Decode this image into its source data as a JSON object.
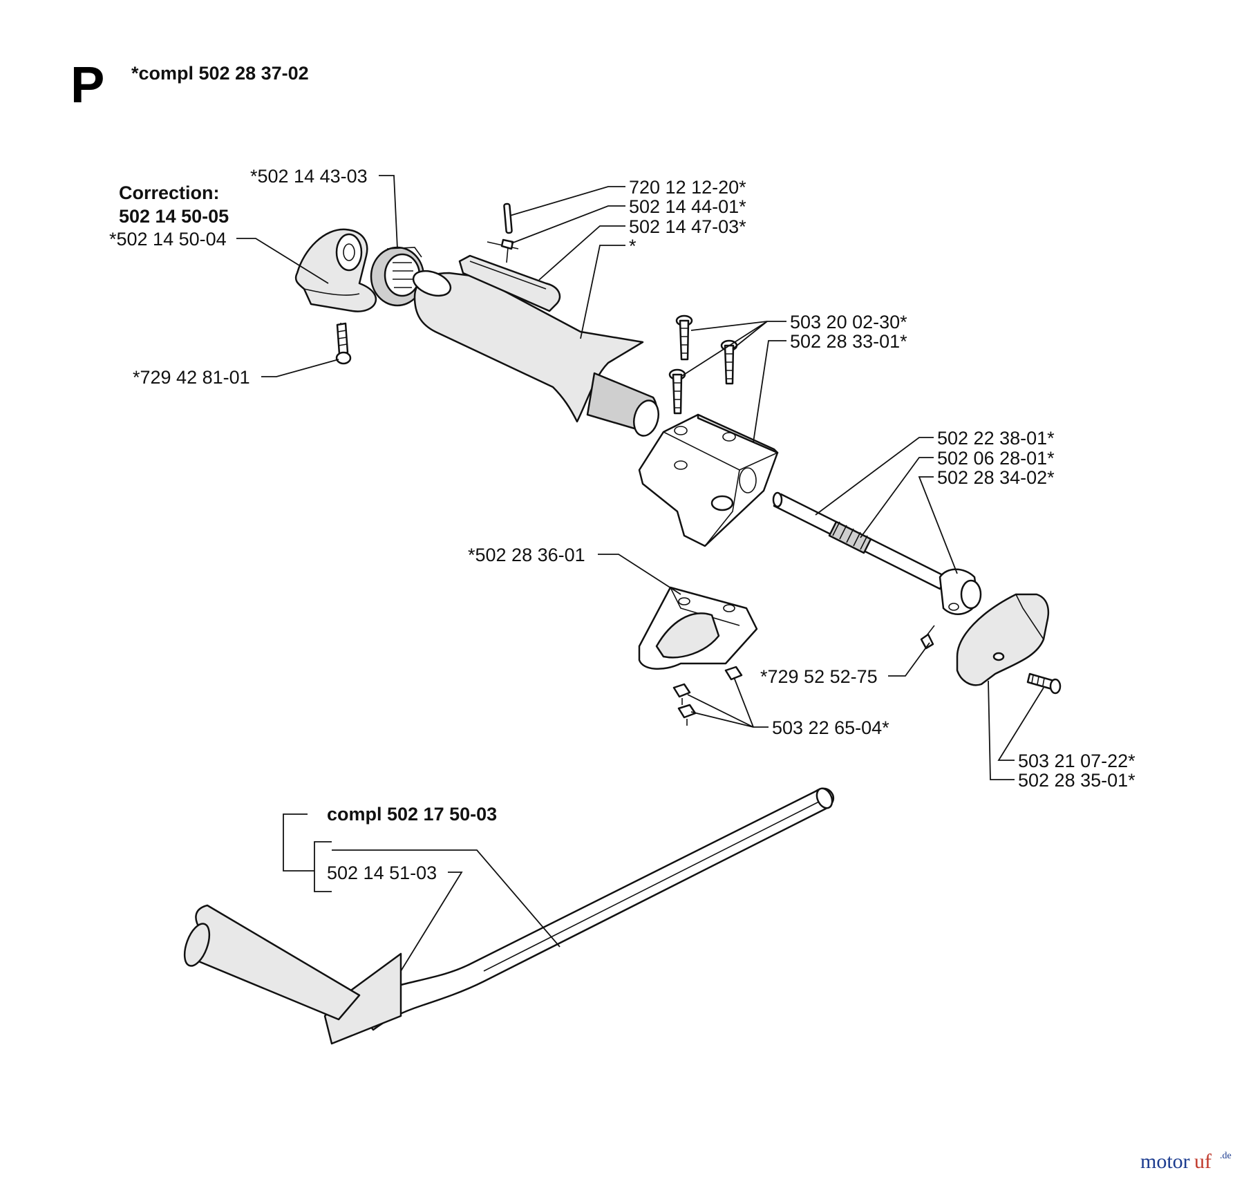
{
  "section": {
    "letter": "P",
    "assembly_note": "*compl 502 28 37-02"
  },
  "correction": {
    "heading": "Correction:",
    "part_number": "502 14 50-05"
  },
  "labels": {
    "p_502_14_43_03": "*502 14 43-03",
    "p_502_14_50_04": "*502 14 50-04",
    "p_729_42_81_01": "*729 42 81-01",
    "p_720_12_12_20": "720 12 12-20*",
    "p_502_14_44_01": "502 14 44-01*",
    "p_502_14_47_03": "502 14 47-03*",
    "p_star": "*",
    "p_503_20_02_30": "503 20 02-30*",
    "p_502_28_33_01": "502 28 33-01*",
    "p_502_22_38_01": "502 22 38-01*",
    "p_502_06_28_01": "502 06 28-01*",
    "p_502_28_34_02": "502 28 34-02*",
    "p_502_28_36_01": "*502 28 36-01",
    "p_729_52_52_75": "*729 52 52-75",
    "p_503_22_65_04": "503 22 65-04*",
    "p_503_21_07_22": "503 21 07-22*",
    "p_502_28_35_01": "502 28 35-01*",
    "compl_handle": "compl 502 17 50-03",
    "p_502_14_51_03": "502 14 51-03"
  },
  "watermark": {
    "part1": "motor",
    "part2": "uf",
    "suffix": ".de"
  }
}
